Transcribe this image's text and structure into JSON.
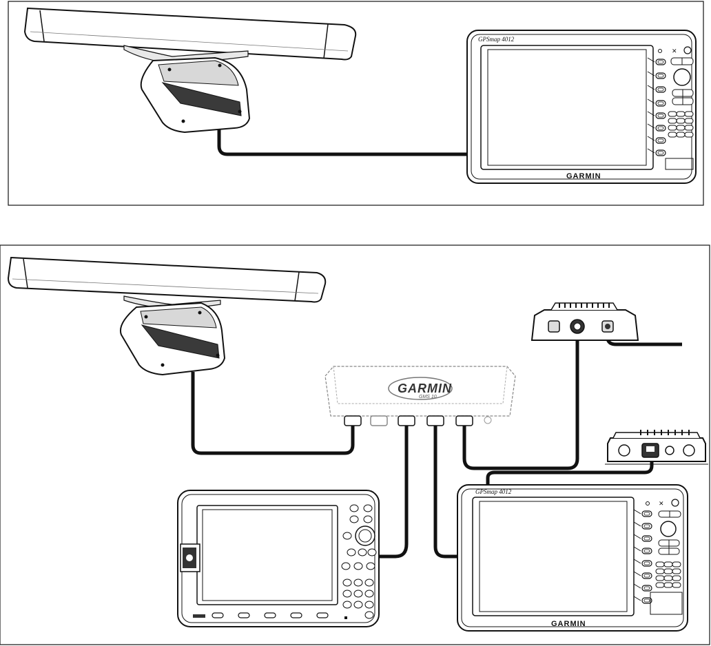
{
  "diagram": {
    "top_panel": {
      "display": {
        "model": "GPSmap 4012",
        "brand": "GARMIN"
      }
    },
    "bottom_panel": {
      "network_hub": {
        "brand": "GARMIN",
        "model": "GMS 10"
      },
      "display_right": {
        "model": "GPSmap 4012",
        "brand": "GARMIN"
      }
    }
  }
}
